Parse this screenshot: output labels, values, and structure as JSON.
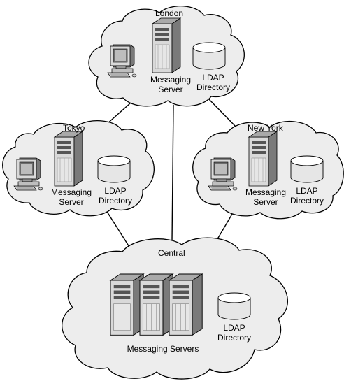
{
  "sites": {
    "london": {
      "name": "London",
      "server_label": "Messaging Server",
      "directory_label": "LDAP Directory"
    },
    "tokyo": {
      "name": "Tokyo",
      "server_label": "Messaging Server",
      "directory_label": "LDAP Directory"
    },
    "newyork": {
      "name": "New York",
      "server_label": "Messaging Server",
      "directory_label": "LDAP Directory"
    },
    "central": {
      "name": "Central",
      "servers_label": "Messaging Servers",
      "directory_label": "LDAP Directory"
    }
  },
  "colors": {
    "cloud_fill": "#ededed",
    "cloud_stroke": "#000000",
    "server_front": "#d9d9d9",
    "server_side": "#7a7a7a",
    "line": "#000000"
  }
}
